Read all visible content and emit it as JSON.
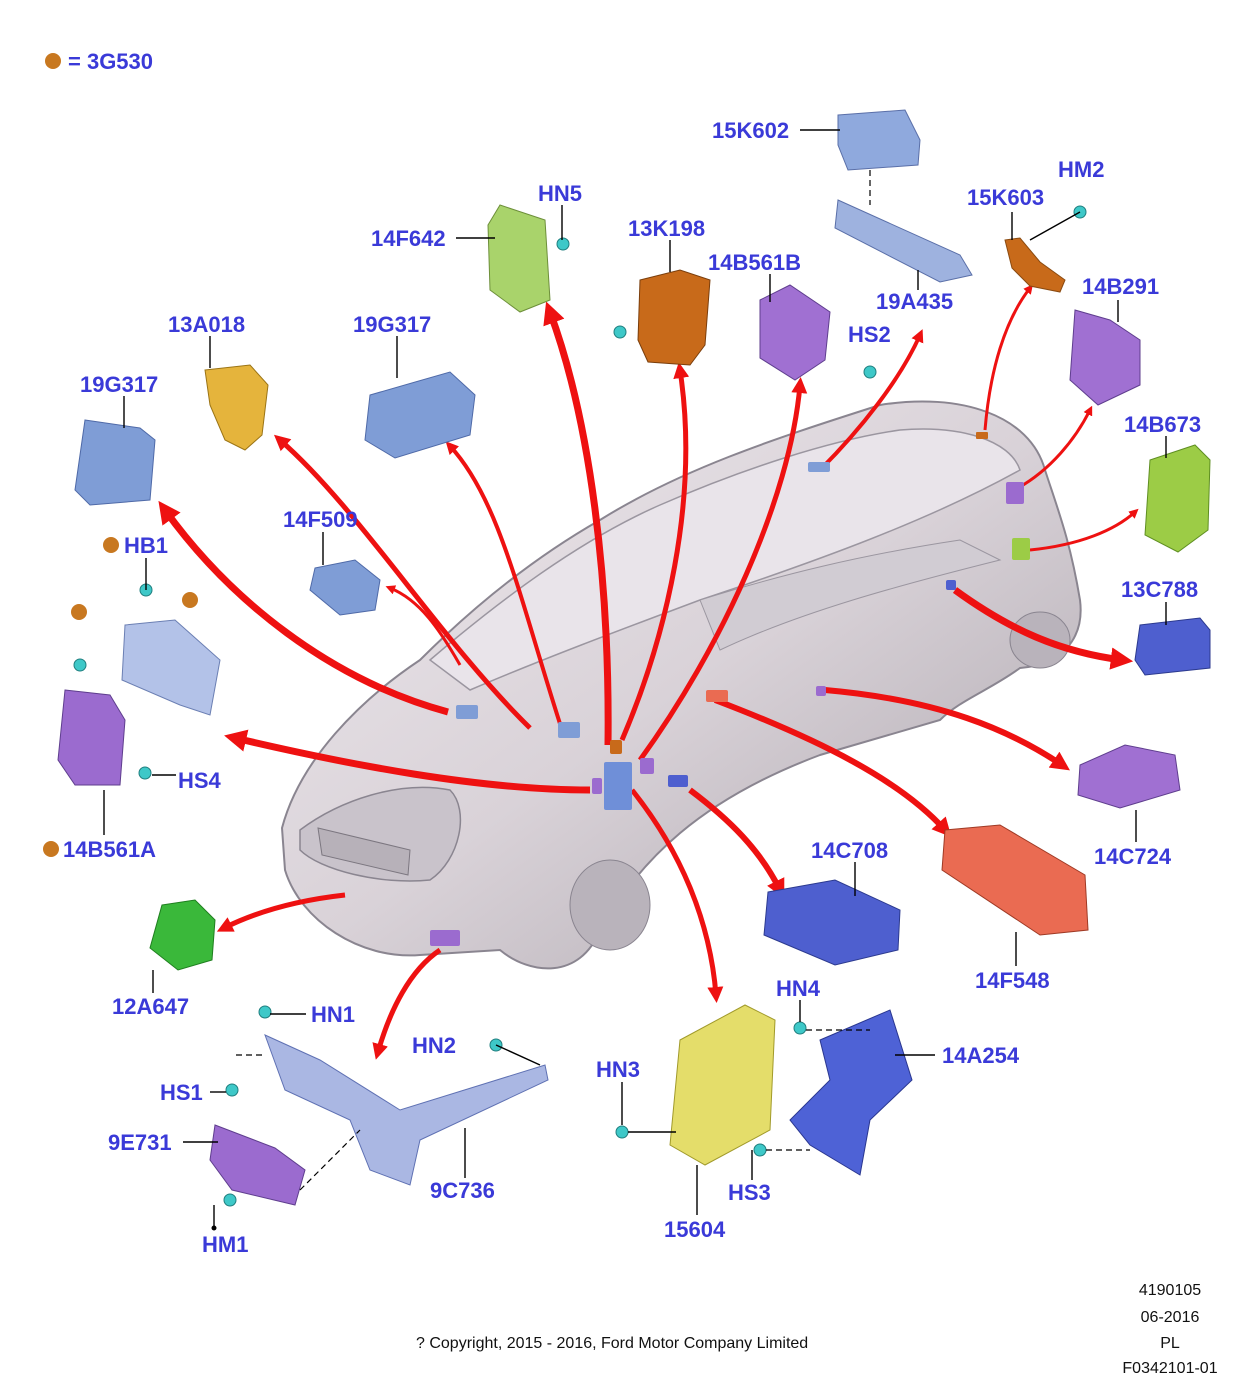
{
  "legend": {
    "dot_color": "#c87820",
    "label": "= 3G530"
  },
  "colors": {
    "label_blue": "#3a3ad8",
    "arrow_red": "#ee1111",
    "module_blue": "#7f9dd6",
    "module_purple": "#9b6bcf",
    "module_orange": "#c86a1a",
    "module_yellow": "#e0b43a",
    "module_green": "#8ec44a",
    "module_lime": "#9ccc46",
    "module_bright_green": "#3ab83a",
    "module_red": "#ea6b52",
    "module_navy": "#4e5fcf",
    "module_pale_yellow": "#e4dd6a",
    "fastener_cyan": "#3ec8c8"
  },
  "parts": [
    {
      "id": "15K602",
      "label": "15K602"
    },
    {
      "id": "HM2",
      "label": "HM2"
    },
    {
      "id": "15K603",
      "label": "15K603"
    },
    {
      "id": "HN5",
      "label": "HN5"
    },
    {
      "id": "13K198",
      "label": "13K198"
    },
    {
      "id": "14F642",
      "label": "14F642"
    },
    {
      "id": "14B561B",
      "label": "14B561B"
    },
    {
      "id": "14B291",
      "label": "14B291"
    },
    {
      "id": "19A435",
      "label": "19A435"
    },
    {
      "id": "13A018",
      "label": "13A018"
    },
    {
      "id": "19G317a",
      "label": "19G317"
    },
    {
      "id": "HS2",
      "label": "HS2"
    },
    {
      "id": "19G317b",
      "label": "19G317"
    },
    {
      "id": "14B673",
      "label": "14B673"
    },
    {
      "id": "14F509",
      "label": "14F509"
    },
    {
      "id": "HB1",
      "label": "HB1"
    },
    {
      "id": "13C788",
      "label": "13C788"
    },
    {
      "id": "HS4",
      "label": "HS4"
    },
    {
      "id": "14B561A",
      "label": "14B561A"
    },
    {
      "id": "14C708",
      "label": "14C708"
    },
    {
      "id": "14C724",
      "label": "14C724"
    },
    {
      "id": "14F548",
      "label": "14F548"
    },
    {
      "id": "12A647",
      "label": "12A647"
    },
    {
      "id": "HN4",
      "label": "HN4"
    },
    {
      "id": "HN1",
      "label": "HN1"
    },
    {
      "id": "14A254",
      "label": "14A254"
    },
    {
      "id": "HN2",
      "label": "HN2"
    },
    {
      "id": "HN3",
      "label": "HN3"
    },
    {
      "id": "HS1",
      "label": "HS1"
    },
    {
      "id": "9E731",
      "label": "9E731"
    },
    {
      "id": "9C736",
      "label": "9C736"
    },
    {
      "id": "HS3",
      "label": "HS3"
    },
    {
      "id": "15604",
      "label": "15604"
    },
    {
      "id": "HM1",
      "label": "HM1"
    }
  ],
  "footer": {
    "code": "4190105",
    "date": "06-2016",
    "region": "PL",
    "copyright": "? Copyright, 2015 - 2016, Ford Motor Company Limited",
    "figure_id": "F0342101-01"
  }
}
